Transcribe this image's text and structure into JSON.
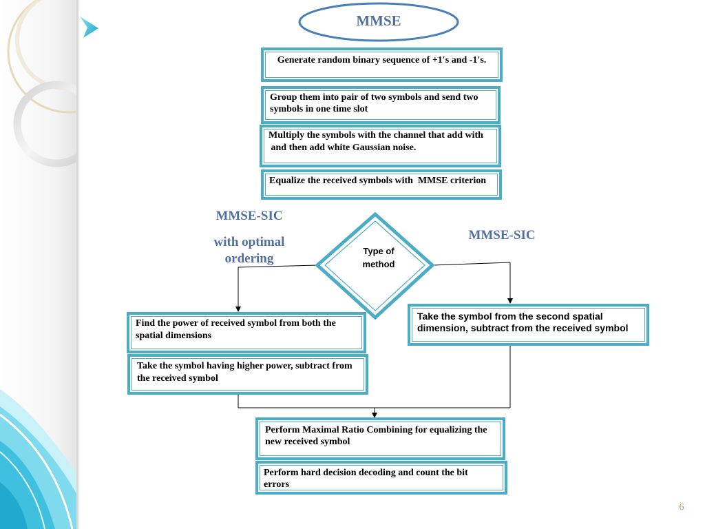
{
  "colors": {
    "accent": "#4bacc6",
    "label_text": "#4f6fa0",
    "oval_stroke": "#4a7ebb",
    "page_number": "#cf8b62"
  },
  "flowchart": {
    "title": "MMSE",
    "top_steps": [
      {
        "lines": [
          "Generate random binary sequence of +1′s and -1′s."
        ]
      },
      {
        "lines": [
          "Group them into pair of two symbols and send two",
          "symbols in one time slot"
        ]
      },
      {
        "lines": [
          "Multiply the symbols with the channel that add with",
          " and then add white Gaussian noise."
        ]
      },
      {
        "lines": [
          "Equalize the received symbols with  MMSE criterion"
        ]
      }
    ],
    "decision": {
      "lines": [
        "Type of",
        "method"
      ]
    },
    "left_branch": {
      "label_lines": [
        "MMSE-SIC",
        "with optimal",
        "ordering"
      ],
      "steps": [
        {
          "lines": [
            "Find the power of received symbol from both the",
            "spatial dimensions"
          ]
        },
        {
          "lines": [
            "Take the symbol having higher power, subtract from",
            "the received symbol"
          ]
        }
      ]
    },
    "right_branch": {
      "label_lines": [
        "MMSE-SIC"
      ],
      "steps": [
        {
          "lines": [
            "Take the symbol from the second spatial",
            "dimension, subtract from the received symbol"
          ]
        }
      ]
    },
    "final_steps": [
      {
        "lines": [
          "Perform Maximal Ratio Combining for equalizing the",
          "new received symbol"
        ]
      },
      {
        "lines": [
          "Perform hard decision decoding and count the bit",
          "errors"
        ]
      }
    ]
  },
  "page_number": "6"
}
